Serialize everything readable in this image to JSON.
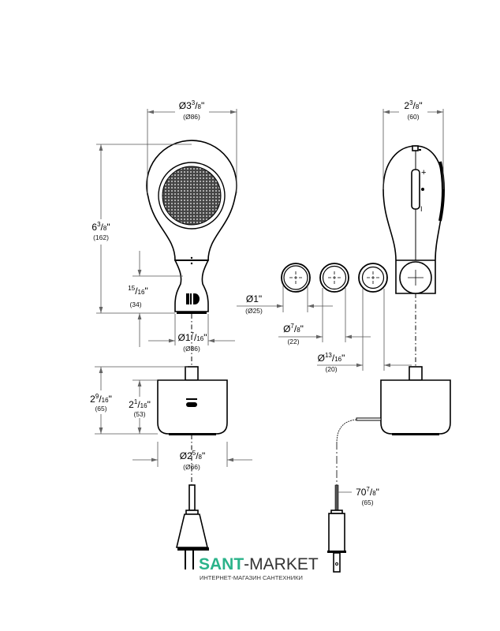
{
  "colors": {
    "line": "#000000",
    "watermark_green": "#2bb38a",
    "watermark_dark": "#333333"
  },
  "dimensions": {
    "head_diameter": {
      "whole": "Ø3",
      "num": "3",
      "den": "8",
      "metric": "(Ø86)"
    },
    "overall_height": {
      "whole": "6",
      "num": "3",
      "den": "8",
      "metric": "(162)"
    },
    "neck_height": {
      "whole": "",
      "num": "15",
      "den": "16",
      "metric": "(34)"
    },
    "handle_diameter": {
      "whole": "Ø1",
      "num": "7",
      "den": "16",
      "metric": "(Ø36)"
    },
    "side_width": {
      "whole": "2",
      "num": "3",
      "den": "8",
      "metric": "(60)"
    },
    "ring_1": {
      "whole": "Ø1\"",
      "metric": "(Ø25)"
    },
    "ring_2": {
      "whole": "Ø",
      "num": "7",
      "den": "8",
      "metric": "(22)"
    },
    "ring_3": {
      "whole": "Ø",
      "num": "13",
      "den": "16",
      "metric": "(20)"
    },
    "base_total_height": {
      "whole": "2",
      "num": "9",
      "den": "16",
      "metric": "(65)"
    },
    "base_body_height": {
      "whole": "2",
      "num": "1",
      "den": "16",
      "metric": "(53)"
    },
    "base_diameter": {
      "whole": "Ø2",
      "num": "5",
      "den": "8",
      "metric": "(Ø66)"
    },
    "cord_length": {
      "whole": "70",
      "num": "7",
      "den": "8",
      "metric": "(65)"
    }
  },
  "controls": {
    "plus": "+",
    "minus": "I"
  },
  "watermark": {
    "brand_a": "SANT",
    "brand_b": "-MARKET",
    "subtitle": "ИНТЕРНЕТ-МАГАЗИН САНТЕХНИКИ"
  }
}
